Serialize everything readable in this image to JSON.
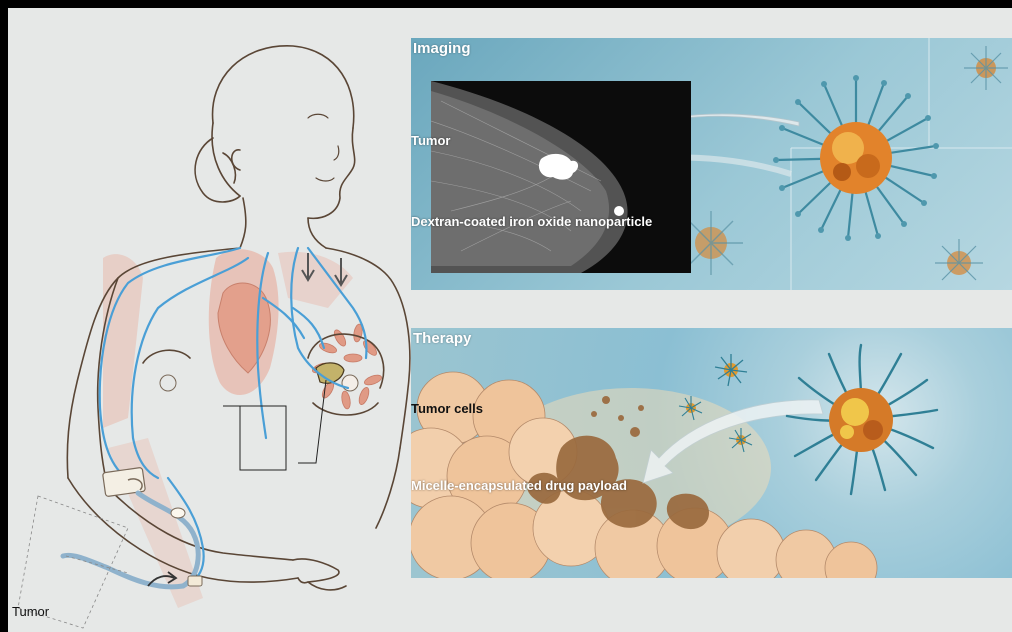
{
  "figure": {
    "colors": {
      "frame": "#000000",
      "background": "#e6e8e7",
      "vein_blue": "#4a9fd6",
      "body_outline": "#5a4636",
      "tissue_pink": "#e8a594",
      "imaging_panel": "#7eb4c8",
      "therapy_panel": "#8bbfd3",
      "cell_beige": "#f0c9a3",
      "nanoparticle_orange": "#e2832b",
      "nanoparticle_teal": "#3e8aa0"
    },
    "left_label": "Tumor"
  },
  "imaging": {
    "title": "Imaging",
    "labels": {
      "tumor": "Tumor",
      "nanoparticle": "Dextran-coated iron oxide nanoparticle"
    },
    "icon": "mammogram-image"
  },
  "therapy": {
    "title": "Therapy",
    "labels": {
      "tumor_cells": "Tumor cells",
      "payload": "Micelle-encapsulated drug payload"
    },
    "icon": "tumor-cell-cluster"
  }
}
